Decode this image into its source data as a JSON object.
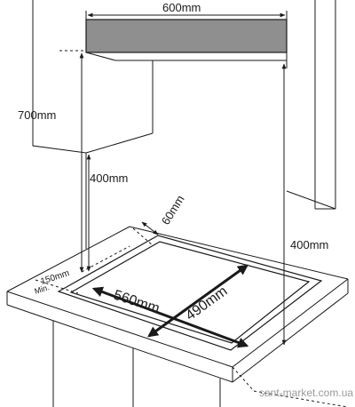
{
  "diagram": {
    "labels": {
      "width_hood": "600mm",
      "height_upper": "700mm",
      "height_cabinet": "400mm",
      "clearance_back": "60mm",
      "height_right": "400mm",
      "min_side": "150mm",
      "min_note": "Min.",
      "cutout_width": "560mm",
      "cutout_depth": "490mm"
    },
    "watermark": "sant-market.com.ua",
    "colors": {
      "hood_fill": "#8f8f8f",
      "line": "#1a1a1a"
    }
  }
}
